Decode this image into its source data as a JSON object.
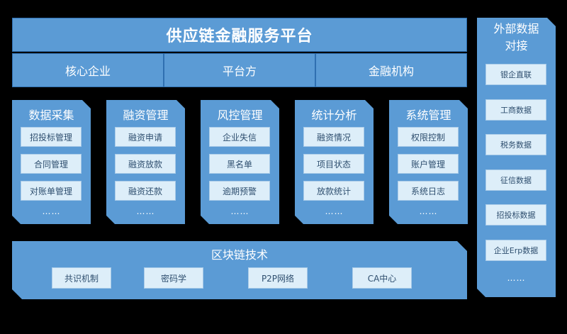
{
  "platform": {
    "title": "供应链金融服务平台",
    "parties": [
      "核心企业",
      "平台方",
      "金融机构"
    ]
  },
  "modules": [
    {
      "title": "数据采集",
      "items": [
        "招投标管理",
        "合同管理",
        "对账单管理"
      ],
      "more": "……"
    },
    {
      "title": "融资管理",
      "items": [
        "融资申请",
        "融资放款",
        "融资还款"
      ],
      "more": "……"
    },
    {
      "title": "风控管理",
      "items": [
        "企业失信",
        "黑名单",
        "逾期预警"
      ],
      "more": "……"
    },
    {
      "title": "统计分析",
      "items": [
        "融资情况",
        "项目状态",
        "放款统计"
      ],
      "more": "……"
    },
    {
      "title": "系统管理",
      "items": [
        "权限控制",
        "账户管理",
        "系统日志"
      ],
      "more": "……"
    }
  ],
  "blockchain": {
    "title": "区块链技术",
    "items": [
      "共识机制",
      "密码学",
      "P2P网络",
      "CA中心"
    ]
  },
  "external": {
    "title_line1": "外部数据",
    "title_line2": "对接",
    "items": [
      "银企直联",
      "工商数据",
      "税务数据",
      "征信数据",
      "招投标数据",
      "企业Erp数据"
    ],
    "more": "……"
  }
}
